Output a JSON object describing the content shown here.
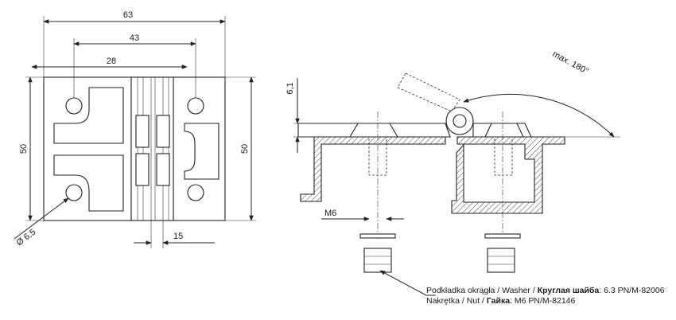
{
  "dimensions": {
    "overall_width": "63",
    "hole_spacing": "43",
    "inner_width": "28",
    "height_left": "50",
    "height_right": "50",
    "hole_diameter": "Ø 6,5",
    "knuckle_width": "15",
    "lift_height": "6,1",
    "angle": "max. 180°",
    "thread": "M6"
  },
  "caption": {
    "washer_prefix": "Podkładka okrągła / Washer / ",
    "washer_ru": "Круглая шайба",
    "washer_value": ":   6.3 PN/M-82006",
    "nut_prefix": "Nakrętka / Nut / ",
    "nut_ru": "Гайка",
    "nut_value": ":   M6 PN/M-82146"
  },
  "colors": {
    "line": "#222222",
    "background": "#ffffff"
  }
}
